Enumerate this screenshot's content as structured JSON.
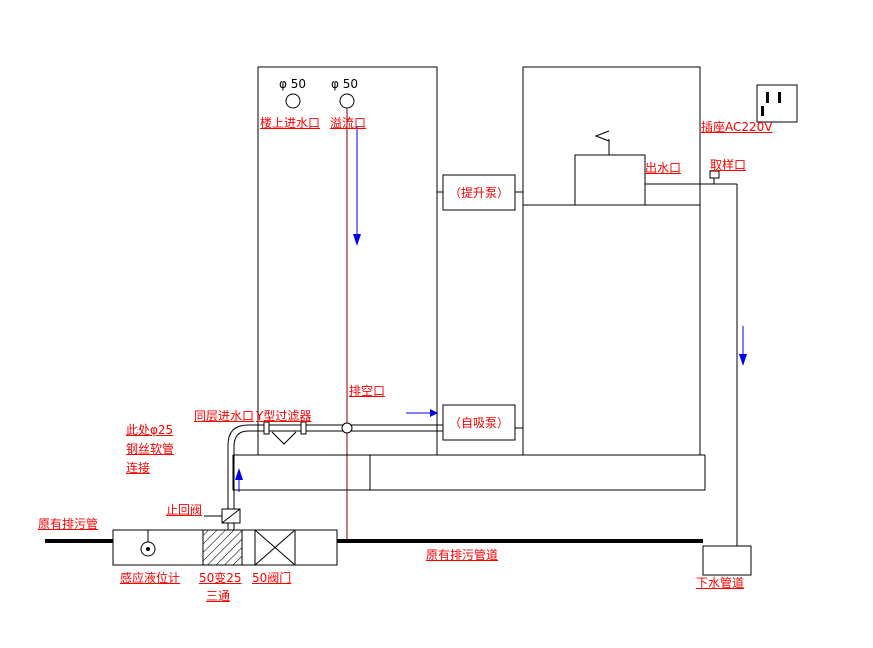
{
  "diagram": {
    "title": "sewage-lift-equipment-piping-diagram",
    "colors": {
      "line": "#000000",
      "label": "#ff0000",
      "overflow_pipe": "#800000",
      "flow_arrow": "#0000ee"
    },
    "labels": {
      "phi50_left": "φ 50",
      "phi50_right": "φ 50",
      "upstairs_inlet": "楼上进水口",
      "overflow_port": "溢流口",
      "socket": "插座AC220V",
      "outlet": "出水口",
      "sampling_port": "取样口",
      "lift_pump": "（提升泵）",
      "self_priming_pump": "（自吸泵）",
      "drain_port": "排空口",
      "same_floor_inlet": "同层进水口",
      "y_filter": "Y型过滤器",
      "hose_note_line1": "此处φ25",
      "hose_note_line2": "钢丝软管",
      "hose_note_line3": "连接",
      "existing_sewage_pipe": "原有排污管",
      "check_valve": "止回阀",
      "level_sensor": "感应液位计",
      "tee_line1": "50变25",
      "tee_line2": "三通",
      "valve_50": "50阀门",
      "existing_sewage_pipeline": "原有排污管道",
      "downpipe": "下水管道"
    }
  }
}
